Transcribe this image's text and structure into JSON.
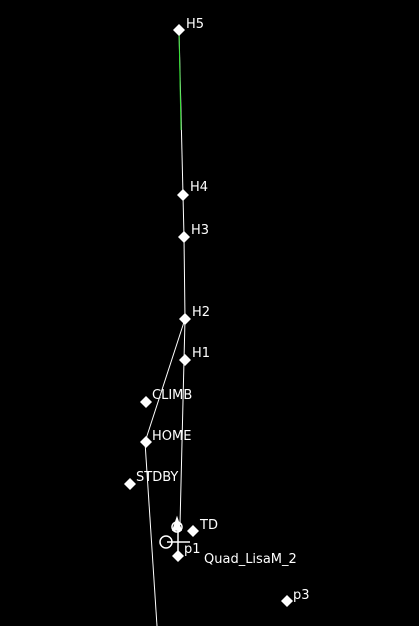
{
  "map": {
    "waypoints": [
      {
        "id": "wp-h5",
        "label": "H5"
      },
      {
        "id": "wp-h4",
        "label": "H4"
      },
      {
        "id": "wp-h3",
        "label": "H3"
      },
      {
        "id": "wp-h2",
        "label": "H2"
      },
      {
        "id": "wp-h1",
        "label": "H1"
      },
      {
        "id": "wp-climb",
        "label": "CLIMB"
      },
      {
        "id": "wp-home",
        "label": "HOME"
      },
      {
        "id": "wp-stdby",
        "label": "STDBY"
      },
      {
        "id": "wp-td",
        "label": "TD"
      },
      {
        "id": "wp-p1",
        "label": "p1"
      },
      {
        "id": "wp-p3",
        "label": "p3"
      }
    ],
    "vehicle": {
      "name": "Quad_LisaM_2"
    },
    "colors": {
      "background": "#000000",
      "path": "#ffffff",
      "active_leg": "#33dd33",
      "waypoint_fill": "#ffffff",
      "label": "#ffffff"
    }
  }
}
